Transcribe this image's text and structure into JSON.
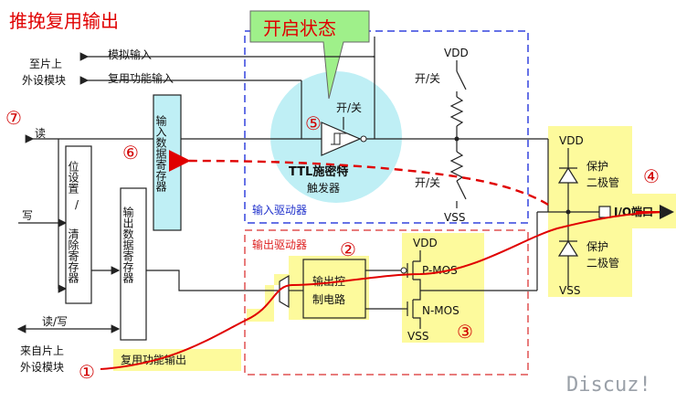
{
  "title": "推挽复用输出",
  "callout": "开启状态",
  "labels": {
    "analog_in": "模拟输入",
    "alt_func_in": "复用功能输入",
    "to_chip_1": "至片上",
    "to_chip_2": "外设模块",
    "read": "读",
    "write": "写",
    "read_write": "读/写",
    "from_chip_1": "来自片上",
    "from_chip_2": "外设模块",
    "alt_func_out": "复用功能输出",
    "input_reg": "输入数据寄存器",
    "bsr_1": "位设置",
    "bsr_slash": "/",
    "bsr_2": "清除寄存器",
    "output_reg": "输出数据寄存器",
    "on_off": "开/关",
    "ttl_1": "TTL施密特",
    "ttl_2": "触发器",
    "input_driver": "输入驱动器",
    "output_driver": "输出驱动器",
    "out_ctrl_1": "输出控",
    "out_ctrl_2": "制电路",
    "pmos": "P-MOS",
    "nmos": "N-MOS",
    "vdd": "VDD",
    "vss": "VSS",
    "protect_1": "保护",
    "protect_2": "二极管",
    "io_port": "I/O端口",
    "watermark": "Discuz!"
  },
  "markers": [
    "①",
    "②",
    "③",
    "④",
    "⑤",
    "⑥",
    "⑦"
  ],
  "colors": {
    "title": "#e00000",
    "callout_fill": "#9ff08a",
    "cyan": "#bfeff5",
    "yellow": "#fdfa9c",
    "red": "#e00000",
    "blue_dash": "#3344dd",
    "red_dash": "#e05050"
  }
}
